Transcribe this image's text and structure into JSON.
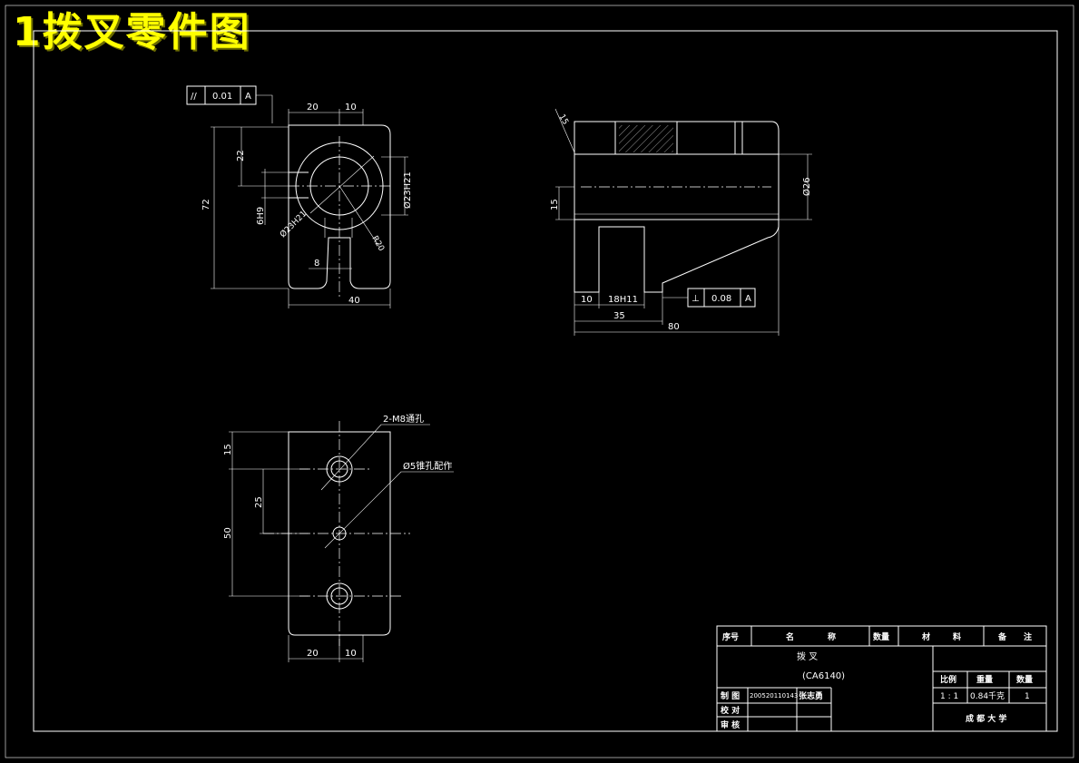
{
  "title": "1拨叉零件图",
  "view1": {
    "tol_parallel": {
      "symbol": "//",
      "value": "0.01",
      "datum": "A"
    },
    "dim_top_left": "20",
    "dim_top_right": "10",
    "dim_height": "72",
    "dim_22": "22",
    "dim_6h9": "6H9",
    "dim_bore": "Ø23H21",
    "dim_dia_small": "Ø23H21",
    "dim_r": "R20",
    "dim_8": "8",
    "dim_40": "40"
  },
  "view2": {
    "dim_15_top": "15",
    "dim_15": "15",
    "dim_dia": "Ø26",
    "dim_10": "10",
    "dim_18h11": "18H11",
    "dim_35": "35",
    "dim_80": "80",
    "tol_perp": {
      "symbol": "⊥",
      "value": "0.08",
      "datum": "A"
    }
  },
  "view3": {
    "note_thread": "2-M8通孔",
    "note_pin": "Ø5锥孔配作",
    "dim_15": "15",
    "dim_25": "25",
    "dim_50": "50",
    "dim_20": "20",
    "dim_10": "10"
  },
  "title_block": {
    "headers": [
      "序号",
      "名",
      "称",
      "数量",
      "材",
      "料",
      "备",
      "注"
    ],
    "part_name": "拨   叉",
    "model": "(CA6140)",
    "ratio_label": "比例",
    "weight_label": "重量",
    "qty_label": "数量",
    "ratio": "1 : 1",
    "weight": "0.84千克",
    "qty": "1",
    "drawn_label": "制 图",
    "drawn_id": "200520110143",
    "drawn_name": "张志勇",
    "check_label": "校 对",
    "approve_label": "审 核",
    "school": "成 都 大 学"
  }
}
